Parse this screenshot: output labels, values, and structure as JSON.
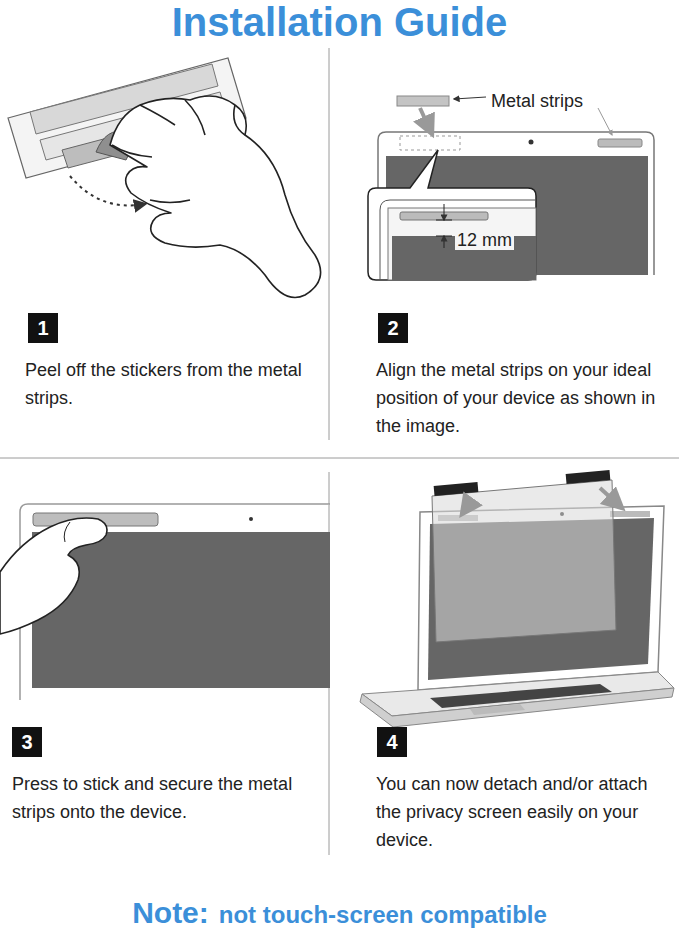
{
  "diagram": {
    "title": "Installation Guide",
    "nodes": [
      {
        "text": [
          "1"
        ]
      },
      {
        "text": [
          "2"
        ]
      },
      {
        "text": [
          "3"
        ]
      },
      {
        "text": [
          "4"
        ]
      }
    ],
    "labels": [
      "Metal strips",
      "12 mm",
      "Peel off the stickers from the metal strips.",
      "Align the metal strips on your ideal position of your device as shown in the image.",
      "Press to stick and secure the metal strips onto the device.",
      "You can now detach and/or attach the privacy screen easily on your device.",
      "Note:",
      "not touch-screen compatible"
    ]
  }
}
